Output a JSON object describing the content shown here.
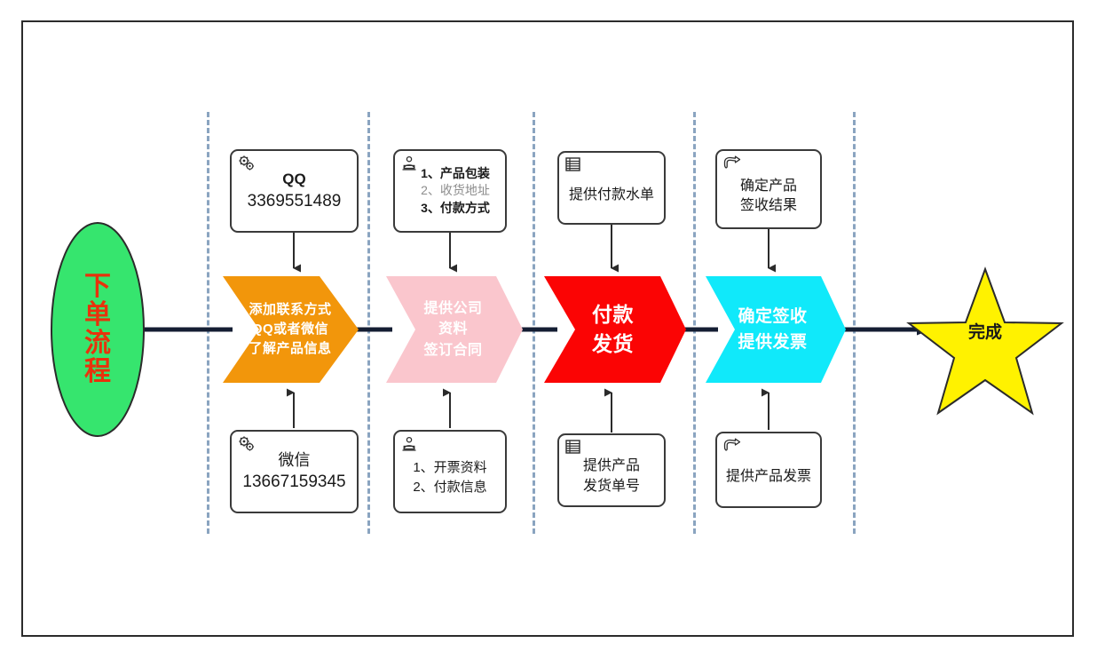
{
  "diagram": {
    "title": "下单流程",
    "start": {
      "label": "下单流程",
      "chars": [
        "下",
        "单",
        "流",
        "程"
      ],
      "fill": "#36E56E",
      "stroke": "#2b2b2b",
      "text_color": "#E8320C"
    },
    "end": {
      "label": "完成",
      "fill": "#FFF200",
      "stroke": "#2b2b2b",
      "text_color": "#1a1a1a"
    },
    "flow_line_color": "#141E33",
    "lane_divider_color": "#8aa4c0",
    "stages": [
      {
        "id": "stage-1",
        "chevron": {
          "fill": "#F2960B",
          "lines": [
            "添加联系方式",
            "QQ或者微信",
            "了解产品信息"
          ],
          "font_size": 15
        },
        "top_note": {
          "icon": "gears-icon",
          "lines": [
            "QQ",
            "3369551489"
          ],
          "styles": [
            "bold",
            "normal"
          ],
          "font_size": 17
        },
        "bottom_note": {
          "icon": "gears-icon",
          "lines": [
            "微信",
            "13667159345"
          ],
          "styles": [
            "normal",
            "normal"
          ],
          "font_size": 17
        }
      },
      {
        "id": "stage-2",
        "chevron": {
          "fill": "#FAC6CD",
          "lines": [
            "提供公司",
            "资料",
            "签订合同"
          ],
          "font_size": 16
        },
        "top_note": {
          "icon": "person-box-icon",
          "lines": [
            "1、产品包装",
            "2、收货地址",
            "3、付款方式"
          ],
          "styles": [
            "bold",
            "muted",
            "bold"
          ],
          "font_size": 14
        },
        "bottom_note": {
          "icon": "person-box-icon",
          "lines": [
            "1、开票资料",
            "2、付款信息"
          ],
          "styles": [
            "normal",
            "normal"
          ],
          "font_size": 15
        }
      },
      {
        "id": "stage-3",
        "chevron": {
          "fill": "#FB0404",
          "lines": [
            "付款",
            "发货"
          ],
          "font_size": 23
        },
        "top_note": {
          "icon": "document-list-icon",
          "lines": [
            "提供付款水单"
          ],
          "styles": [
            "normal"
          ],
          "font_size": 16
        },
        "bottom_note": {
          "icon": "document-list-icon",
          "lines": [
            "提供产品",
            "发货单号"
          ],
          "styles": [
            "normal",
            "normal"
          ],
          "font_size": 16
        }
      },
      {
        "id": "stage-4",
        "chevron": {
          "fill": "#10E9FA",
          "lines": [
            "确定签收",
            "提供发票"
          ],
          "font_size": 19
        },
        "top_note": {
          "icon": "pointing-hand-icon",
          "lines": [
            "确定产品",
            "签收结果"
          ],
          "styles": [
            "normal",
            "normal"
          ],
          "font_size": 16
        },
        "bottom_note": {
          "icon": "pointing-hand-icon",
          "lines": [
            "提供产品发票"
          ],
          "styles": [
            "normal",
            "normal"
          ],
          "font_size": 16
        }
      }
    ]
  }
}
